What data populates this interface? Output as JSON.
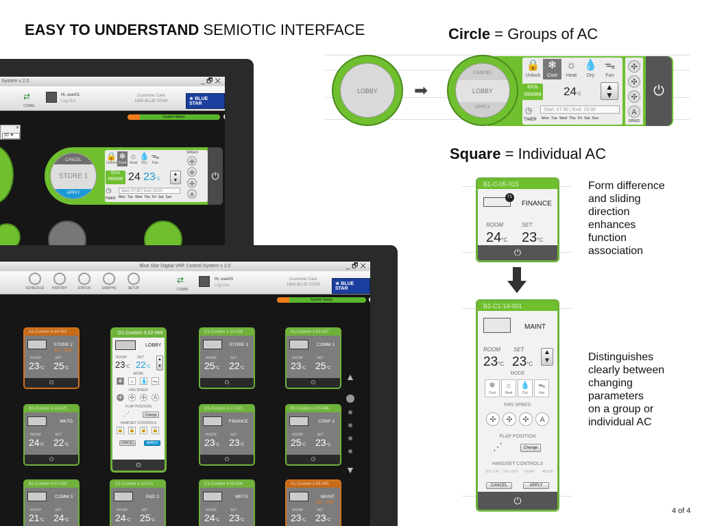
{
  "heading_left": {
    "bold": "EASY TO UNDERSTAND",
    "rest": "SEMIOTIC INTERFACE"
  },
  "circle_heading": {
    "bold": "Circle",
    "rest": "= Groups of AC"
  },
  "square_heading": {
    "bold": "Square",
    "rest": "= Individual AC"
  },
  "note_square": [
    "Form  difference",
    "and  sliding",
    "direction",
    "enhances",
    "function",
    "association"
  ],
  "note_bottom": [
    "Distinguishes",
    "clearly between",
    "changing",
    "parameters",
    "on a group or",
    "individual AC"
  ],
  "page_number": "4 of 4",
  "app": {
    "title_short": "System v 2.0",
    "title_full": "Blue Star Digital VRF Control System v 2.0",
    "window_controls": "_ 🗗 ✕",
    "toolbar": [
      "SCHEDULE",
      "HISTORY",
      "STATUS",
      "GRAPHS",
      "SETUP"
    ],
    "comm": "COMM.",
    "greeting": "Hi, user01",
    "logout": "Log Out",
    "care_title": "Customer Care",
    "care_number": "1800-BLUE-STAR",
    "brand": "BLUE STAR",
    "status": "System Status",
    "help": "?",
    "filter_value": "20",
    "filter_close": "✕"
  },
  "modes": [
    "Unlock",
    "Cool",
    "Heat",
    "Dry",
    "Fan"
  ],
  "days": [
    "Mon",
    "Tue",
    "Wed",
    "Thu",
    "Fri",
    "Sat",
    "Sun"
  ],
  "top_group": {
    "cancel": "CANCEL",
    "name": "STORE 1",
    "apply": "APPLY",
    "idus_label": "IDUs",
    "idus_value": "999/999",
    "room_temp": "24",
    "set_temp": "23",
    "unit": "°C",
    "timer": "TIMER",
    "start": "Start: 07:30",
    "end": "End: 19:30",
    "speed": "SPEED"
  },
  "circle_demo": {
    "lobby_plain": "LOBBY",
    "cancel": "CANCEL",
    "lobby": "LOBBY",
    "apply": "APPLY",
    "idus_label": "IDUs",
    "idus_value": "999/999",
    "temp": "24",
    "unit": "°C",
    "timer": "TIMER",
    "start": "Start: 07:30",
    "end": "End: 19:30",
    "speed": "SPEED"
  },
  "square_a": {
    "id": "B1-C-05-015",
    "name": "FINANCE",
    "t1": "T1",
    "room_label": "ROOM",
    "set_label": "SET",
    "room": "24",
    "set": "23",
    "unit": "°C"
  },
  "square_b": {
    "id": "B1-C1-14-001",
    "name": "MAINT",
    "room_label": "ROOM",
    "set_label": "SET",
    "room": "23",
    "set": "23",
    "unit": "°C",
    "mode_label": "MODE",
    "fan_label": "FAN SPEED",
    "auto": "AUTO",
    "flap_label": "FLAP POSITION",
    "change": "Change",
    "handset_label": "HANDSET CONTROLS",
    "handset": [
      "IDU ON",
      "IDU OFF",
      "TEMP",
      "MODE"
    ],
    "cancel": "CANCEL",
    "apply": "APPLY"
  },
  "tiles": [
    {
      "id": "A1-Custom 4-34-001",
      "name": "STORE 2",
      "err": "Err : CoF",
      "room": "23",
      "set": "25",
      "color": "#c76a18"
    },
    {
      "id": "C1-Custom 1-10-039",
      "name": "STORE 1",
      "err": "",
      "room": "25",
      "set": "22",
      "color": "#6fb23a"
    },
    {
      "id": "A1-Custom 1-02-007",
      "name": "COMM 1",
      "err": "",
      "room": "23",
      "set": "25",
      "color": "#6fb23a"
    },
    {
      "id": "B1-Custom 1-18-025",
      "name": "MKTG",
      "err": "",
      "room": "24",
      "set": "22",
      "color": "#6fb23a"
    },
    {
      "id": "D1-Custom 2-17-023",
      "name": "FINANCE",
      "err": "",
      "room": "23",
      "set": "23",
      "color": "#6fb23a"
    },
    {
      "id": "B1-Custom 2-30-046",
      "name": "CONF 2",
      "err": "",
      "room": "25",
      "set": "23",
      "color": "#6fb23a"
    },
    {
      "id": "B1-Custom 4-01-030",
      "name": "COMM 3",
      "err": "",
      "room": "21",
      "set": "24",
      "color": "#6fb23a"
    },
    {
      "id": "C1-Custom 3-12-011",
      "name": "R&D 3",
      "err": "",
      "room": "24",
      "set": "25",
      "color": "#6fb23a"
    },
    {
      "id": "C1-Custom 4-25-006",
      "name": "MKTG",
      "err": "",
      "room": "24",
      "set": "23",
      "color": "#6fb23a"
    },
    {
      "id": "A1-Custom 2-05-060",
      "name": "MAINT",
      "err": "Err : CoF",
      "room": "23",
      "set": "23",
      "color": "#c76a18"
    }
  ],
  "expanded_tile": {
    "id": "D1-Custom 3-22-069",
    "name": "LOBBY",
    "room": "23",
    "set": "22",
    "unit": "°C",
    "room_label": "ROOM",
    "set_label": "SET",
    "mode_label": "MODE",
    "fan_label": "FAN SPEED",
    "flap_label": "FLAP POSITION",
    "change": "Change",
    "handset_label": "HANDSET CONTROLS",
    "cancel": "CANCEL",
    "apply": "APPLY"
  },
  "labels": {
    "room": "ROOM",
    "set": "SET",
    "unit": "°C"
  },
  "colors": {
    "green": "#6fb23a",
    "orange": "#c76a18",
    "blue": "#1c9ad6",
    "brand": "#1b3f9e"
  }
}
